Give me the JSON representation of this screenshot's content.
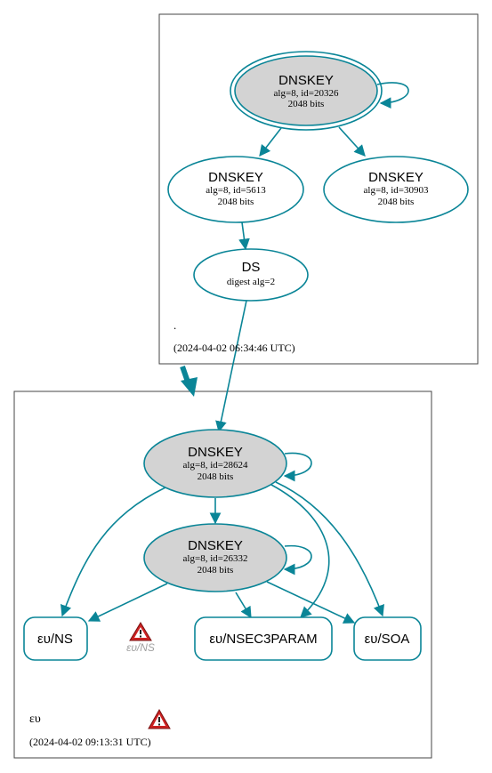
{
  "colors": {
    "edge": "#0a8597",
    "stroke": "#0a8597",
    "fill_grey": "#d3d3d3",
    "zone_border": "#444444",
    "warn_red": "#cc2222"
  },
  "root_zone": {
    "name": ".",
    "timestamp": "(2024-04-02 06:34:46 UTC)",
    "ksk": {
      "title": "DNSKEY",
      "line1": "alg=8, id=20326",
      "line2": "2048 bits"
    },
    "zsk1": {
      "title": "DNSKEY",
      "line1": "alg=8, id=5613",
      "line2": "2048 bits"
    },
    "zsk2": {
      "title": "DNSKEY",
      "line1": "alg=8, id=30903",
      "line2": "2048 bits"
    },
    "ds": {
      "title": "DS",
      "line1": "digest alg=2"
    }
  },
  "eu_zone": {
    "name": "ευ",
    "timestamp": "(2024-04-02 09:13:31 UTC)",
    "ksk": {
      "title": "DNSKEY",
      "line1": "alg=8, id=28624",
      "line2": "2048 bits"
    },
    "zsk": {
      "title": "DNSKEY",
      "line1": "alg=8, id=26332",
      "line2": "2048 bits"
    },
    "rrsets": {
      "ns": "ευ/NS",
      "nsec3param": "ευ/NSEC3PARAM",
      "soa": "ευ/SOA"
    },
    "ns_warning_label": "ευ/NS"
  }
}
